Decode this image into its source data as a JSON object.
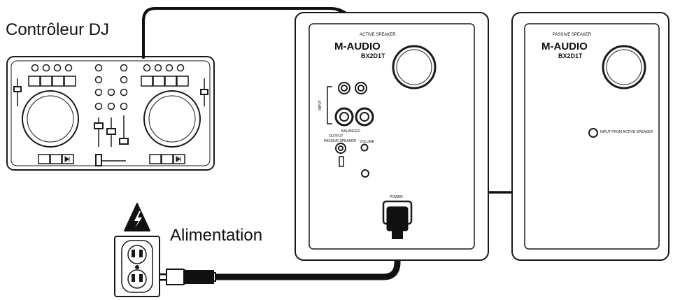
{
  "labels": {
    "controller": "Contrôleur DJ",
    "power": "Alimentation"
  },
  "speakers": {
    "active": {
      "brand": "M-AUDIO",
      "model": "BX2D1T",
      "header": "ACTIVE SPEAKER",
      "input_label": "INPUT",
      "balanced_label": "BALANCED",
      "output_label": "OUTPUT",
      "passive_speaker_label": "PASSIVE SPEAKER",
      "volume_label": "VOLUME",
      "power_label": "POWER"
    },
    "passive": {
      "brand": "M-AUDIO",
      "model": "BX2D1T",
      "header": "PASSIVE SPEAKER",
      "input_label": "INPUT FROM ACTIVE SPEAKER"
    }
  },
  "icons": [
    "warning-icon",
    "outlet-icon",
    "plug-icon"
  ],
  "colors": {
    "line": "#1a1a1a",
    "cable": "#111111",
    "panel": "#ffffff"
  }
}
